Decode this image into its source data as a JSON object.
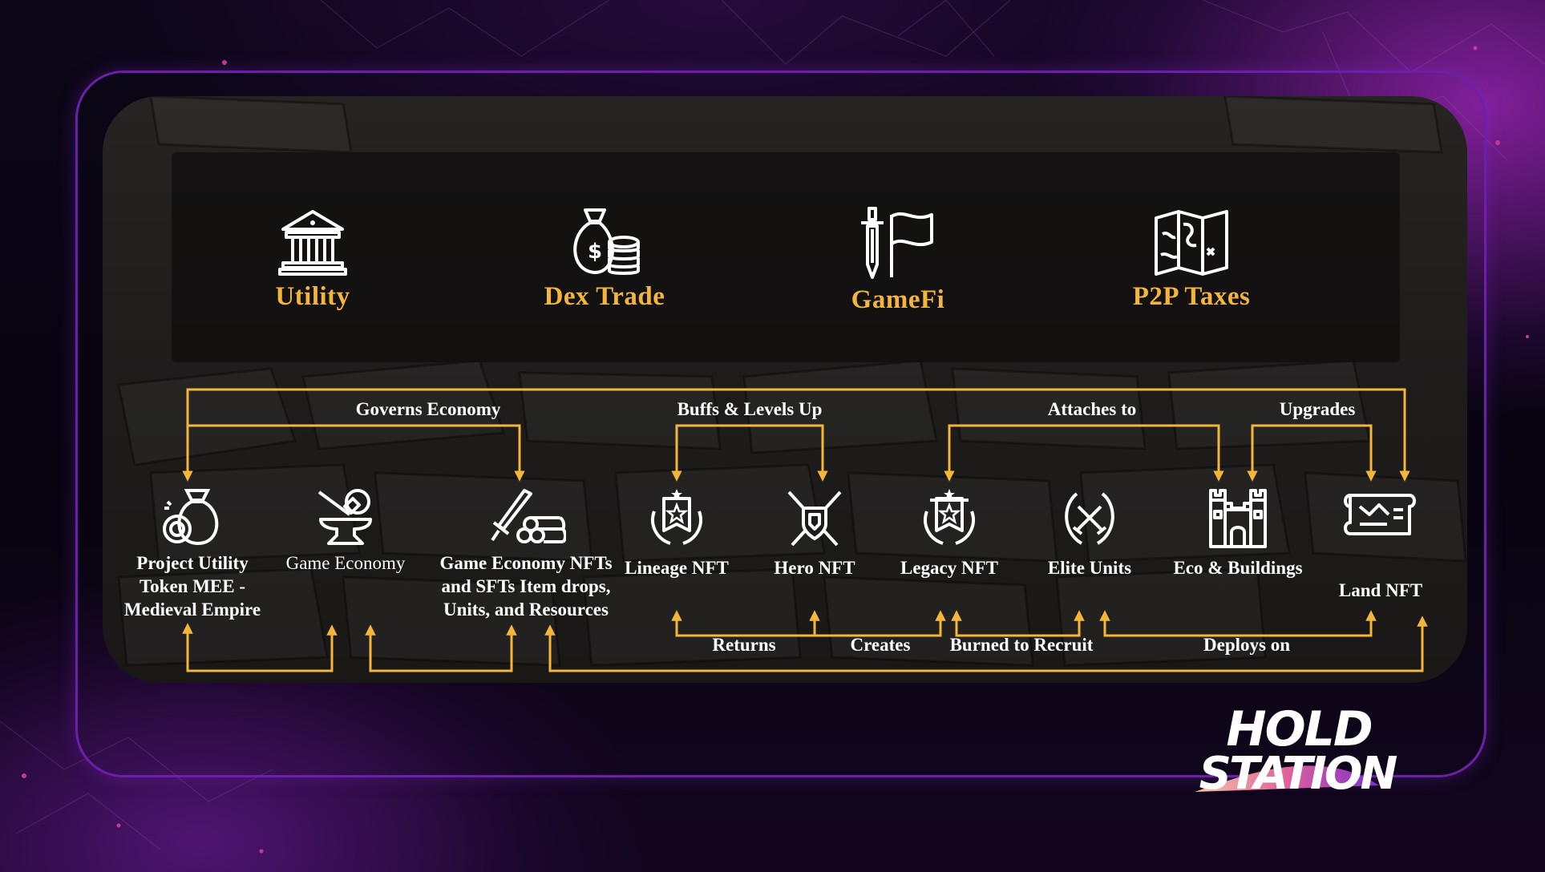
{
  "top_categories": [
    {
      "label": "Utility",
      "icon": "bank-building-icon"
    },
    {
      "label": "Dex Trade",
      "icon": "money-bag-coins-icon"
    },
    {
      "label": "GameFi",
      "icon": "sword-flag-icon"
    },
    {
      "label": "P2P Taxes",
      "icon": "treasure-map-icon"
    }
  ],
  "nodes": [
    {
      "label": "Project Utility Token MEE - Medieval Empire",
      "icon": "coin-bag-icon"
    },
    {
      "label": "Game Economy",
      "icon": "anvil-hammer-icon"
    },
    {
      "label": "Game Economy NFTs and SFTs Item drops, Units, and Resources",
      "icon": "sword-logs-icon"
    },
    {
      "label": "Lineage NFT",
      "icon": "star-banner-laurel-icon"
    },
    {
      "label": "Hero NFT",
      "icon": "shield-crossed-swords-icon"
    },
    {
      "label": "Legacy NFT",
      "icon": "star-banner-laurel-icon"
    },
    {
      "label": "Elite Units",
      "icon": "laurel-crossed-swords-icon"
    },
    {
      "label": "Eco & Buildings",
      "icon": "castle-icon"
    },
    {
      "label": "Land NFT",
      "icon": "scroll-map-icon"
    }
  ],
  "edges": {
    "governs_economy": "Governs Economy",
    "buffs_levels_up": "Buffs & Levels Up",
    "attaches_to": "Attaches to",
    "upgrades": "Upgrades",
    "returns": "Returns",
    "creates": "Creates",
    "burned_to_recruit": "Burned to Recruit",
    "deploys_on": "Deploys on"
  },
  "brand": {
    "line1": "HOLD",
    "line2": "STATION"
  },
  "colors": {
    "accent": "#f4b53b",
    "frame": "#6c1fa8",
    "text": "#ffffff"
  }
}
